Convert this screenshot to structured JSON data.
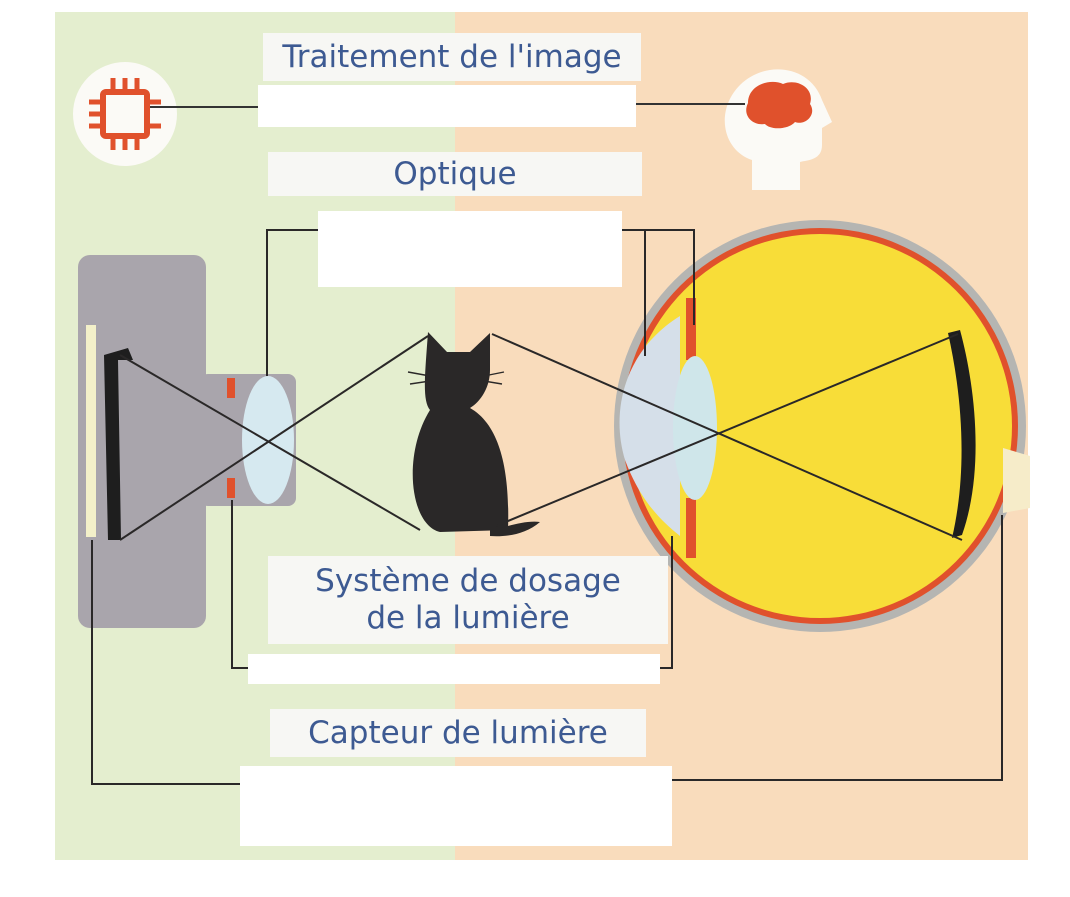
{
  "labels": {
    "image_processing": "Traitement de l'image",
    "optics": "Optique",
    "light_dosing_line1": "Système de dosage",
    "light_dosing_line2": "de la lumière",
    "light_sensor": "Capteur de lumière"
  },
  "colors": {
    "camera_side_bg": "#e4eecf",
    "eye_side_bg": "#f9dcbc",
    "camera_body": "#a9a5ac",
    "accent_red": "#e0512c",
    "lens": "#d6e9f0",
    "eye_yellow": "#f8dd38",
    "cat": "#2a2828",
    "label_text": "#3d5a92"
  },
  "icons": [
    "chip-icon",
    "brain-head-icon",
    "cat-figure",
    "camera-diagram",
    "eye-diagram"
  ]
}
